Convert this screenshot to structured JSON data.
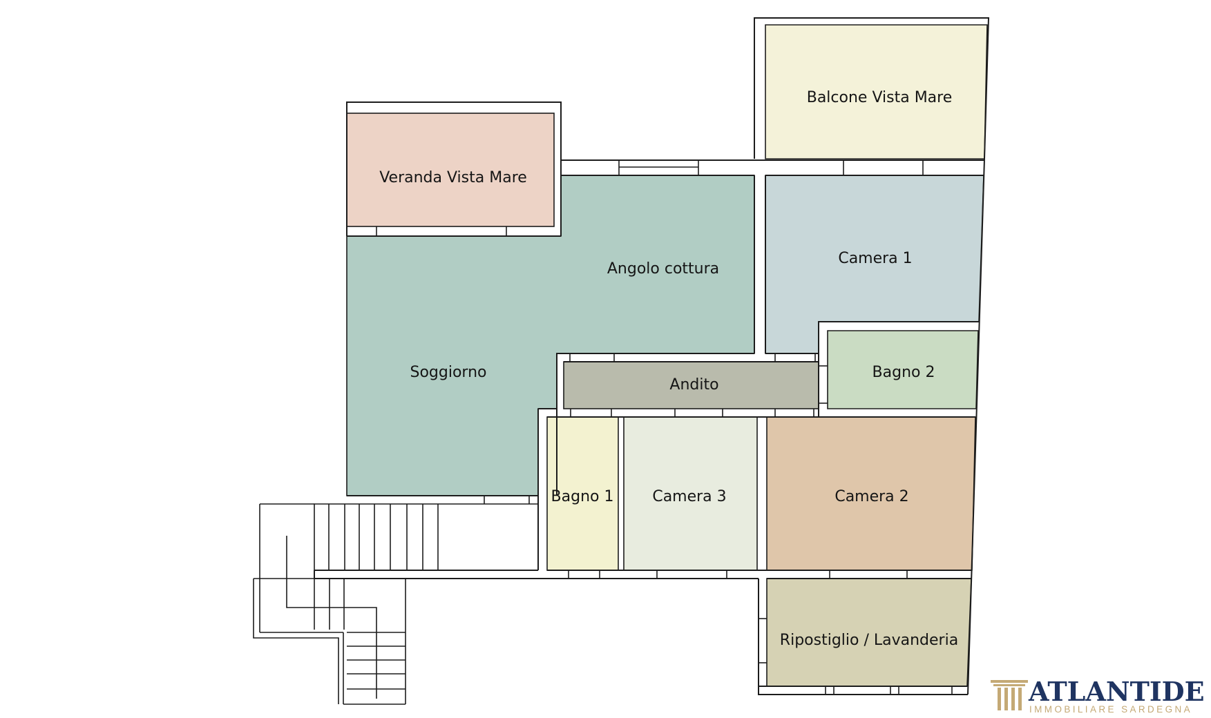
{
  "rooms": {
    "balcone": {
      "label": "Balcone Vista Mare",
      "color": "#f4f2d9"
    },
    "veranda": {
      "label": "Veranda Vista Mare",
      "color": "#edd3c6"
    },
    "angolo_cottura": {
      "label": "Angolo cottura",
      "color": "#b1cdc4"
    },
    "soggiorno": {
      "label": "Soggiorno",
      "color": "#b1cdc4"
    },
    "camera1": {
      "label": "Camera 1",
      "color": "#c8d7d9"
    },
    "andito": {
      "label": "Andito",
      "color": "#b9bbac"
    },
    "bagno2": {
      "label": "Bagno 2",
      "color": "#cadcc3"
    },
    "bagno1": {
      "label": "Bagno 1",
      "color": "#f3f2d0"
    },
    "camera3": {
      "label": "Camera 3",
      "color": "#e8ecdf"
    },
    "camera2": {
      "label": "Camera 2",
      "color": "#dfc6aa"
    },
    "ripostiglio": {
      "label": "Ripostiglio / Lavanderia",
      "color": "#d6d2b4"
    }
  },
  "logo": {
    "name": "ATLANTIDE",
    "tagline": "IMMOBILIARE SARDEGNA",
    "primary_color": "#1f3461",
    "accent_color": "#c4a975"
  }
}
